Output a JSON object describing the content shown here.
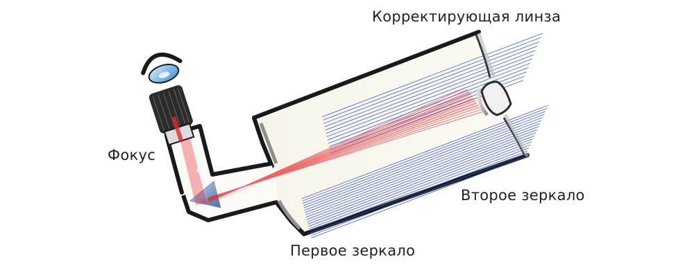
{
  "labels": {
    "corrector": "Корректирующая линза",
    "focus": "Фокус",
    "secondary": "Второе зеркало",
    "primary": "Первое зеркало"
  },
  "colors": {
    "tube_outline": "#1a1a1a",
    "tube_interior": "#f5f3ea",
    "ray_blue": "#2f55d4",
    "ray_red": "#e8282e",
    "lens_edge": "#3a3a3a",
    "eye_blue": "#6fb8ea",
    "eyepiece_dark": "#2b2b2b"
  },
  "icons": {
    "eye": "eye-icon",
    "eyepiece": "eyepiece-icon",
    "prism": "diagonal-prism"
  }
}
